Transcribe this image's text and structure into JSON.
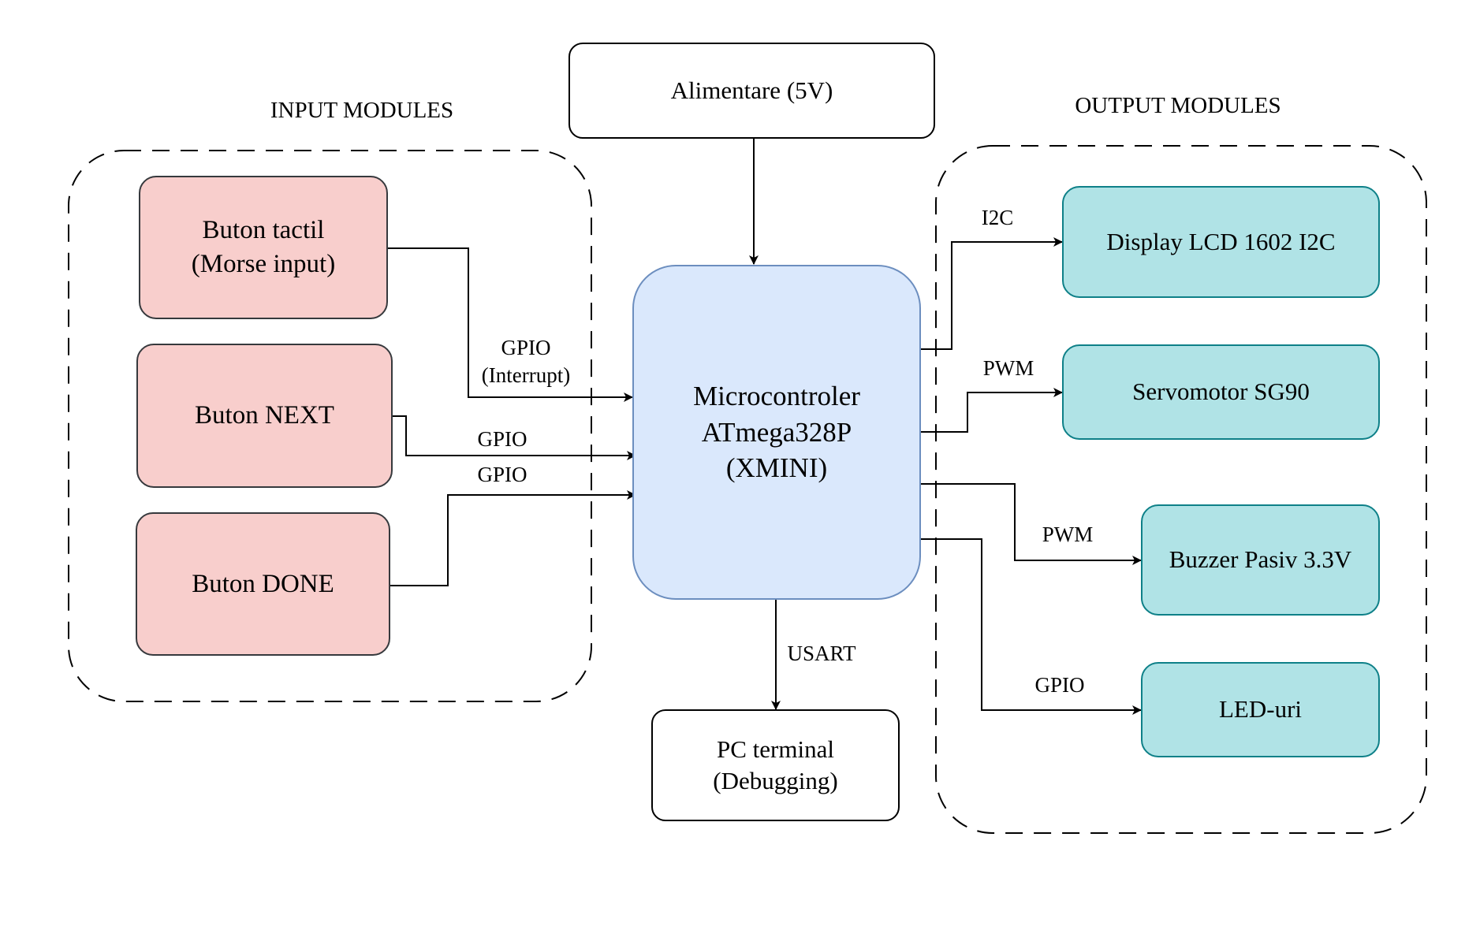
{
  "groups": {
    "input": {
      "title": "INPUT MODULES"
    },
    "output": {
      "title": "OUTPUT MODULES"
    }
  },
  "nodes": {
    "power": {
      "line1": "Alimentare (5V)"
    },
    "mcu": {
      "line1": "Microcontroler",
      "line2": "ATmega328P",
      "line3": "(XMINI)"
    },
    "pc": {
      "line1": "PC terminal",
      "line2": "(Debugging)"
    },
    "btn_touch": {
      "line1": "Buton tactil",
      "line2": "(Morse input)"
    },
    "btn_next": {
      "line1": "Buton NEXT"
    },
    "btn_done": {
      "line1": "Buton DONE"
    },
    "lcd": {
      "line1": "Display LCD 1602 I2C"
    },
    "servo": {
      "line1": "Servomotor SG90"
    },
    "buzzer": {
      "line1": "Buzzer Pasiv 3.3V"
    },
    "leds": {
      "line1": "LED-uri"
    }
  },
  "edges": {
    "touch_to_mcu": {
      "line1": "GPIO",
      "line2": "(Interrupt)"
    },
    "next_to_mcu": {
      "line1": "GPIO"
    },
    "done_to_mcu": {
      "line1": "GPIO"
    },
    "mcu_to_lcd": {
      "line1": "I2C"
    },
    "mcu_to_servo": {
      "line1": "PWM"
    },
    "mcu_to_buzzer": {
      "line1": "PWM"
    },
    "mcu_to_leds": {
      "line1": "GPIO"
    },
    "mcu_to_pc": {
      "line1": "USART"
    }
  },
  "colors": {
    "input_fill": "#f8cecc",
    "output_fill": "#b0e3e6",
    "mcu_fill": "#dae8fc",
    "stroke": "#000000"
  }
}
